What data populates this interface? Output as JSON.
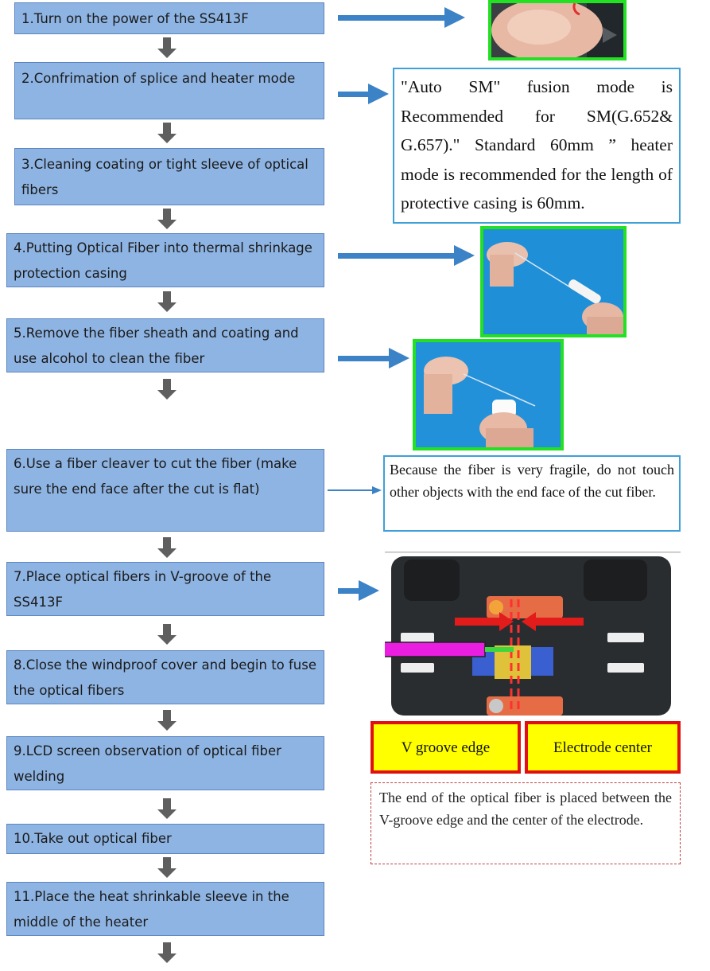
{
  "steps": [
    "1.Turn on the power of the SS413F",
    "2.Confrimation of splice and heater mode",
    "3.Cleaning coating or tight sleeve of optical fibers",
    "4.Putting Optical Fiber into thermal shrinkage protection casing",
    "5.Remove the fiber sheath and coating and use alcohol to clean the fiber",
    "6.Use a fiber cleaver to cut the fiber (make sure the end face after the cut is flat)",
    "7.Place optical fibers in V-groove of the SS413F",
    "8.Close the windproof cover and begin to fuse the optical fibers",
    "9.LCD screen observation of optical fiber welding",
    "10.Take out optical fiber",
    "11.Place the heat shrinkable sleeve in the middle of the heater"
  ],
  "notes": {
    "mode_note": "\"Auto SM\" fusion mode is Recommended for SM(G.652& G.657).\" Standard 60mm ” heater mode is recommended for the length of protective casing is 60mm.",
    "fragile_note": "Because the fiber is very fragile, do not touch other objects with the end face of the cut fiber.",
    "placement_note": "The end of the optical fiber is placed between the V-groove edge and the center of the electrode."
  },
  "labels": {
    "v_groove_edge": "V groove edge",
    "electrode_center": "Electrode center"
  },
  "colors": {
    "step_fill": "#8eb4e3",
    "arrow": "#3b82c6",
    "photo_border": "#22e022",
    "label_fill": "#ffff00",
    "label_border": "#e01010"
  }
}
